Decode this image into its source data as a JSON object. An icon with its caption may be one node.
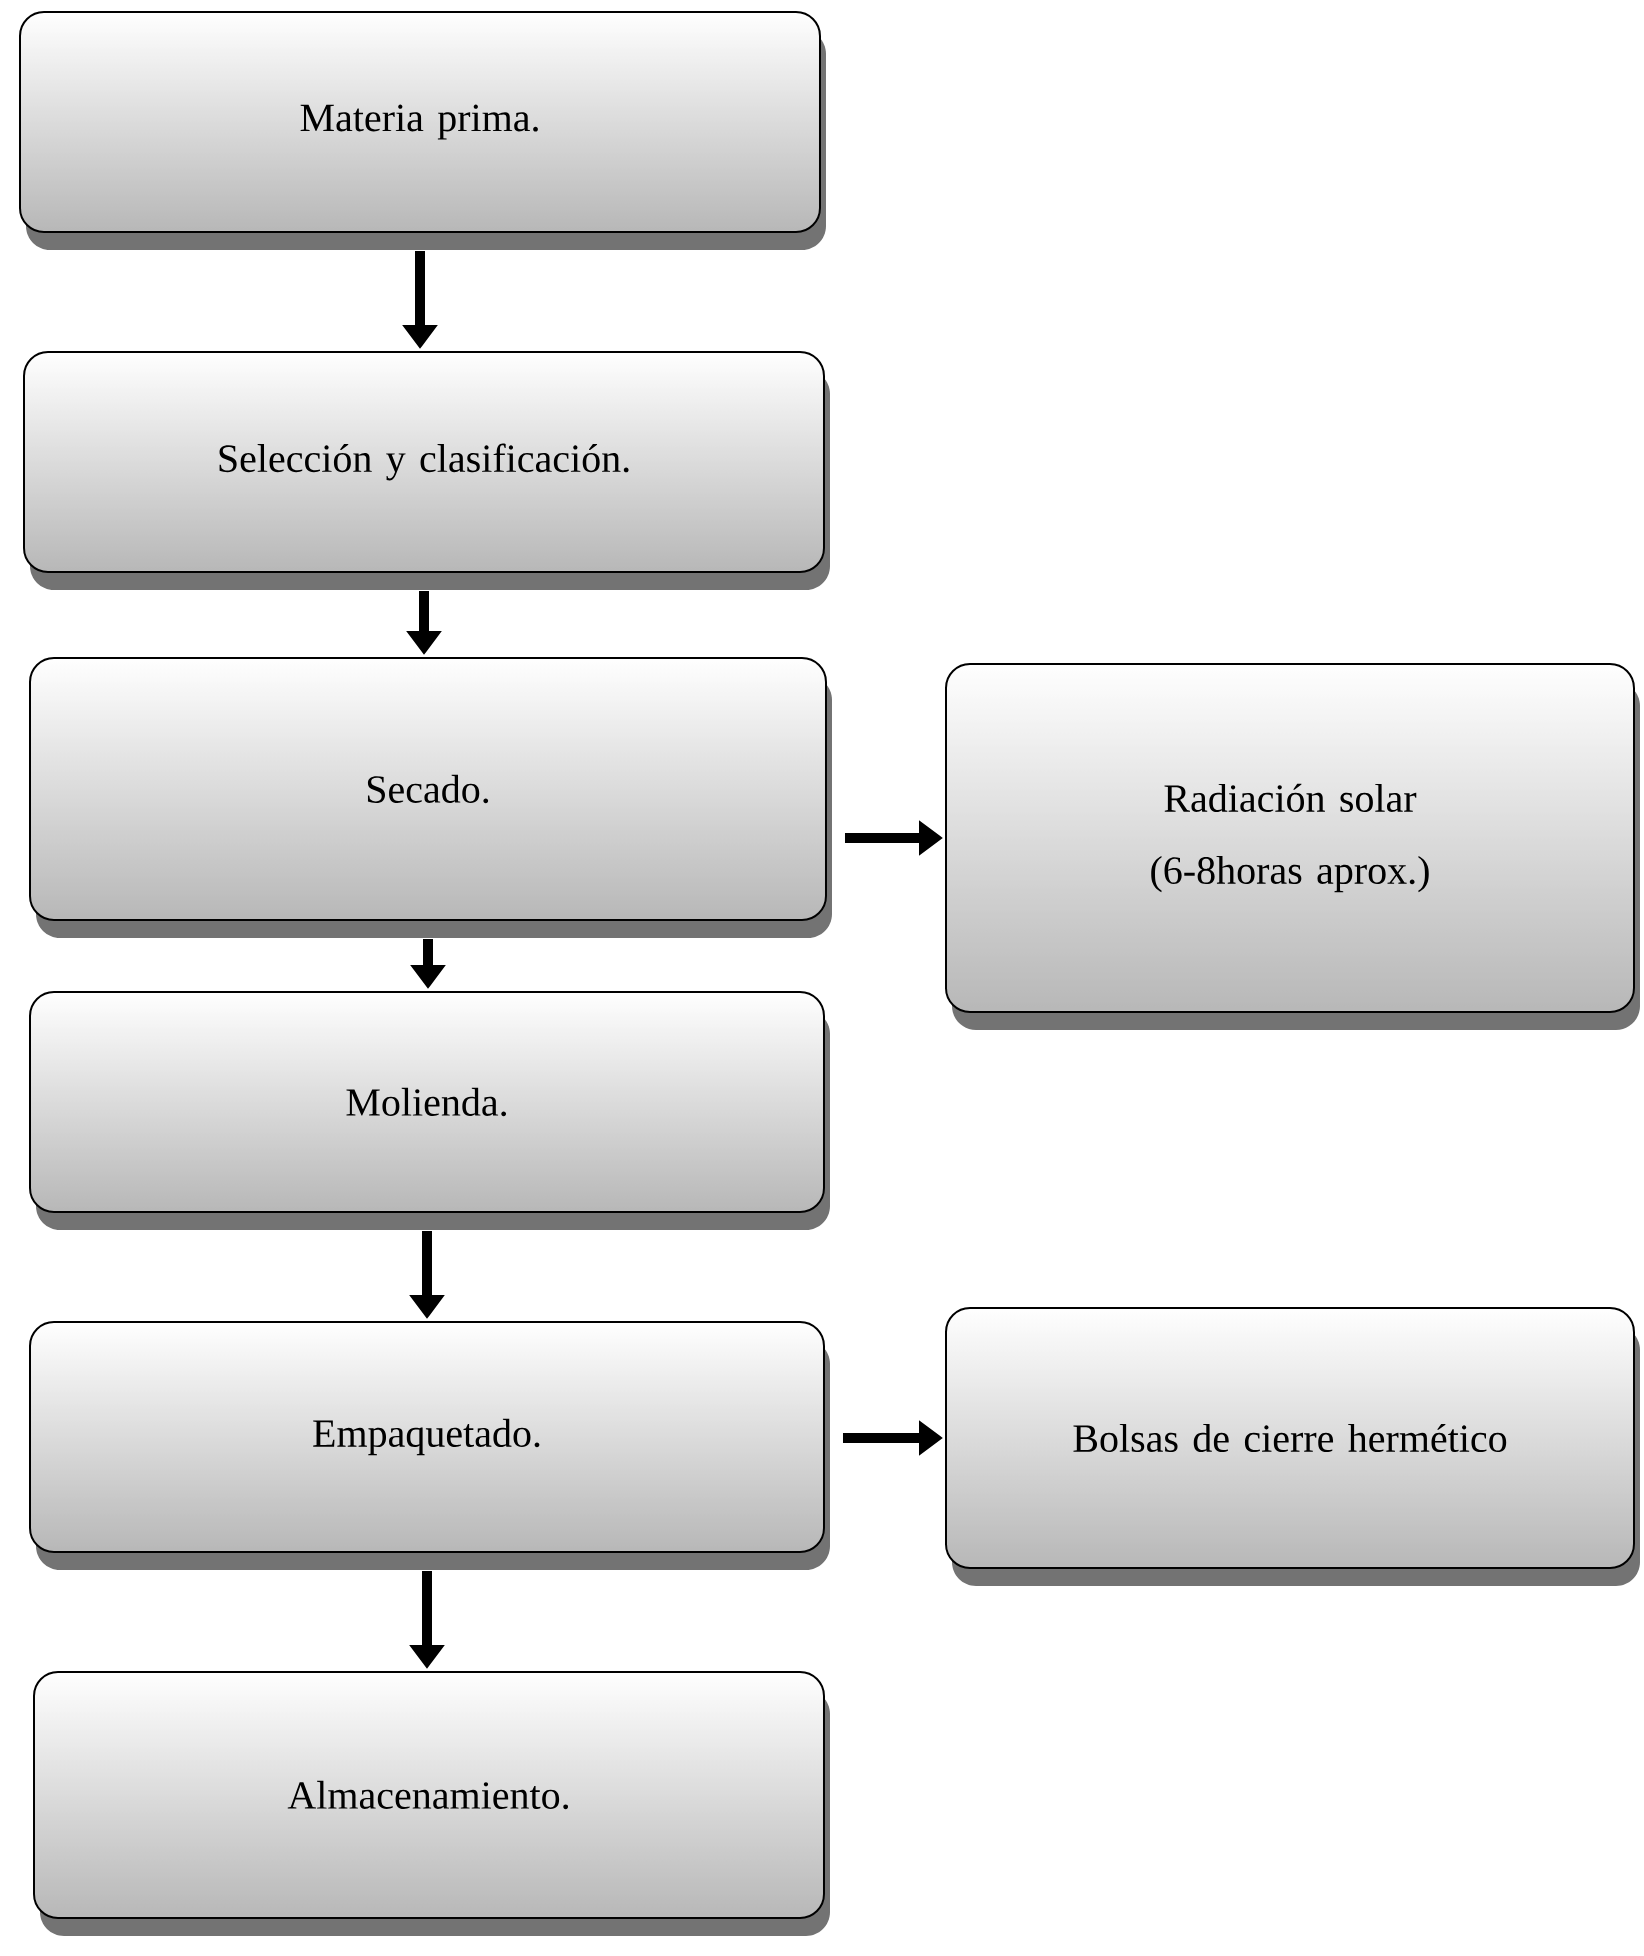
{
  "diagram": {
    "nodes": [
      {
        "text": [
          "Materia prima."
        ]
      },
      {
        "text": [
          "Selección y clasificación."
        ]
      },
      {
        "text": [
          "Secado."
        ]
      },
      {
        "text": [
          "Radiación solar",
          "(6-8horas aprox.)"
        ]
      },
      {
        "text": [
          "Molienda."
        ]
      },
      {
        "text": [
          "Empaquetado."
        ]
      },
      {
        "text": [
          "Bolsas de cierre hermético"
        ]
      },
      {
        "text": [
          "Almacenamiento."
        ]
      }
    ],
    "edges": [
      {
        "from": 0,
        "to": 1,
        "arrow": "to"
      },
      {
        "from": 1,
        "to": 2,
        "arrow": "to"
      },
      {
        "from": 2,
        "to": 3,
        "arrow": "to"
      },
      {
        "from": 2,
        "to": 4,
        "arrow": "to"
      },
      {
        "from": 4,
        "to": 5,
        "arrow": "to"
      },
      {
        "from": 5,
        "to": 6,
        "arrow": "to"
      },
      {
        "from": 5,
        "to": 7,
        "arrow": "to"
      }
    ]
  }
}
